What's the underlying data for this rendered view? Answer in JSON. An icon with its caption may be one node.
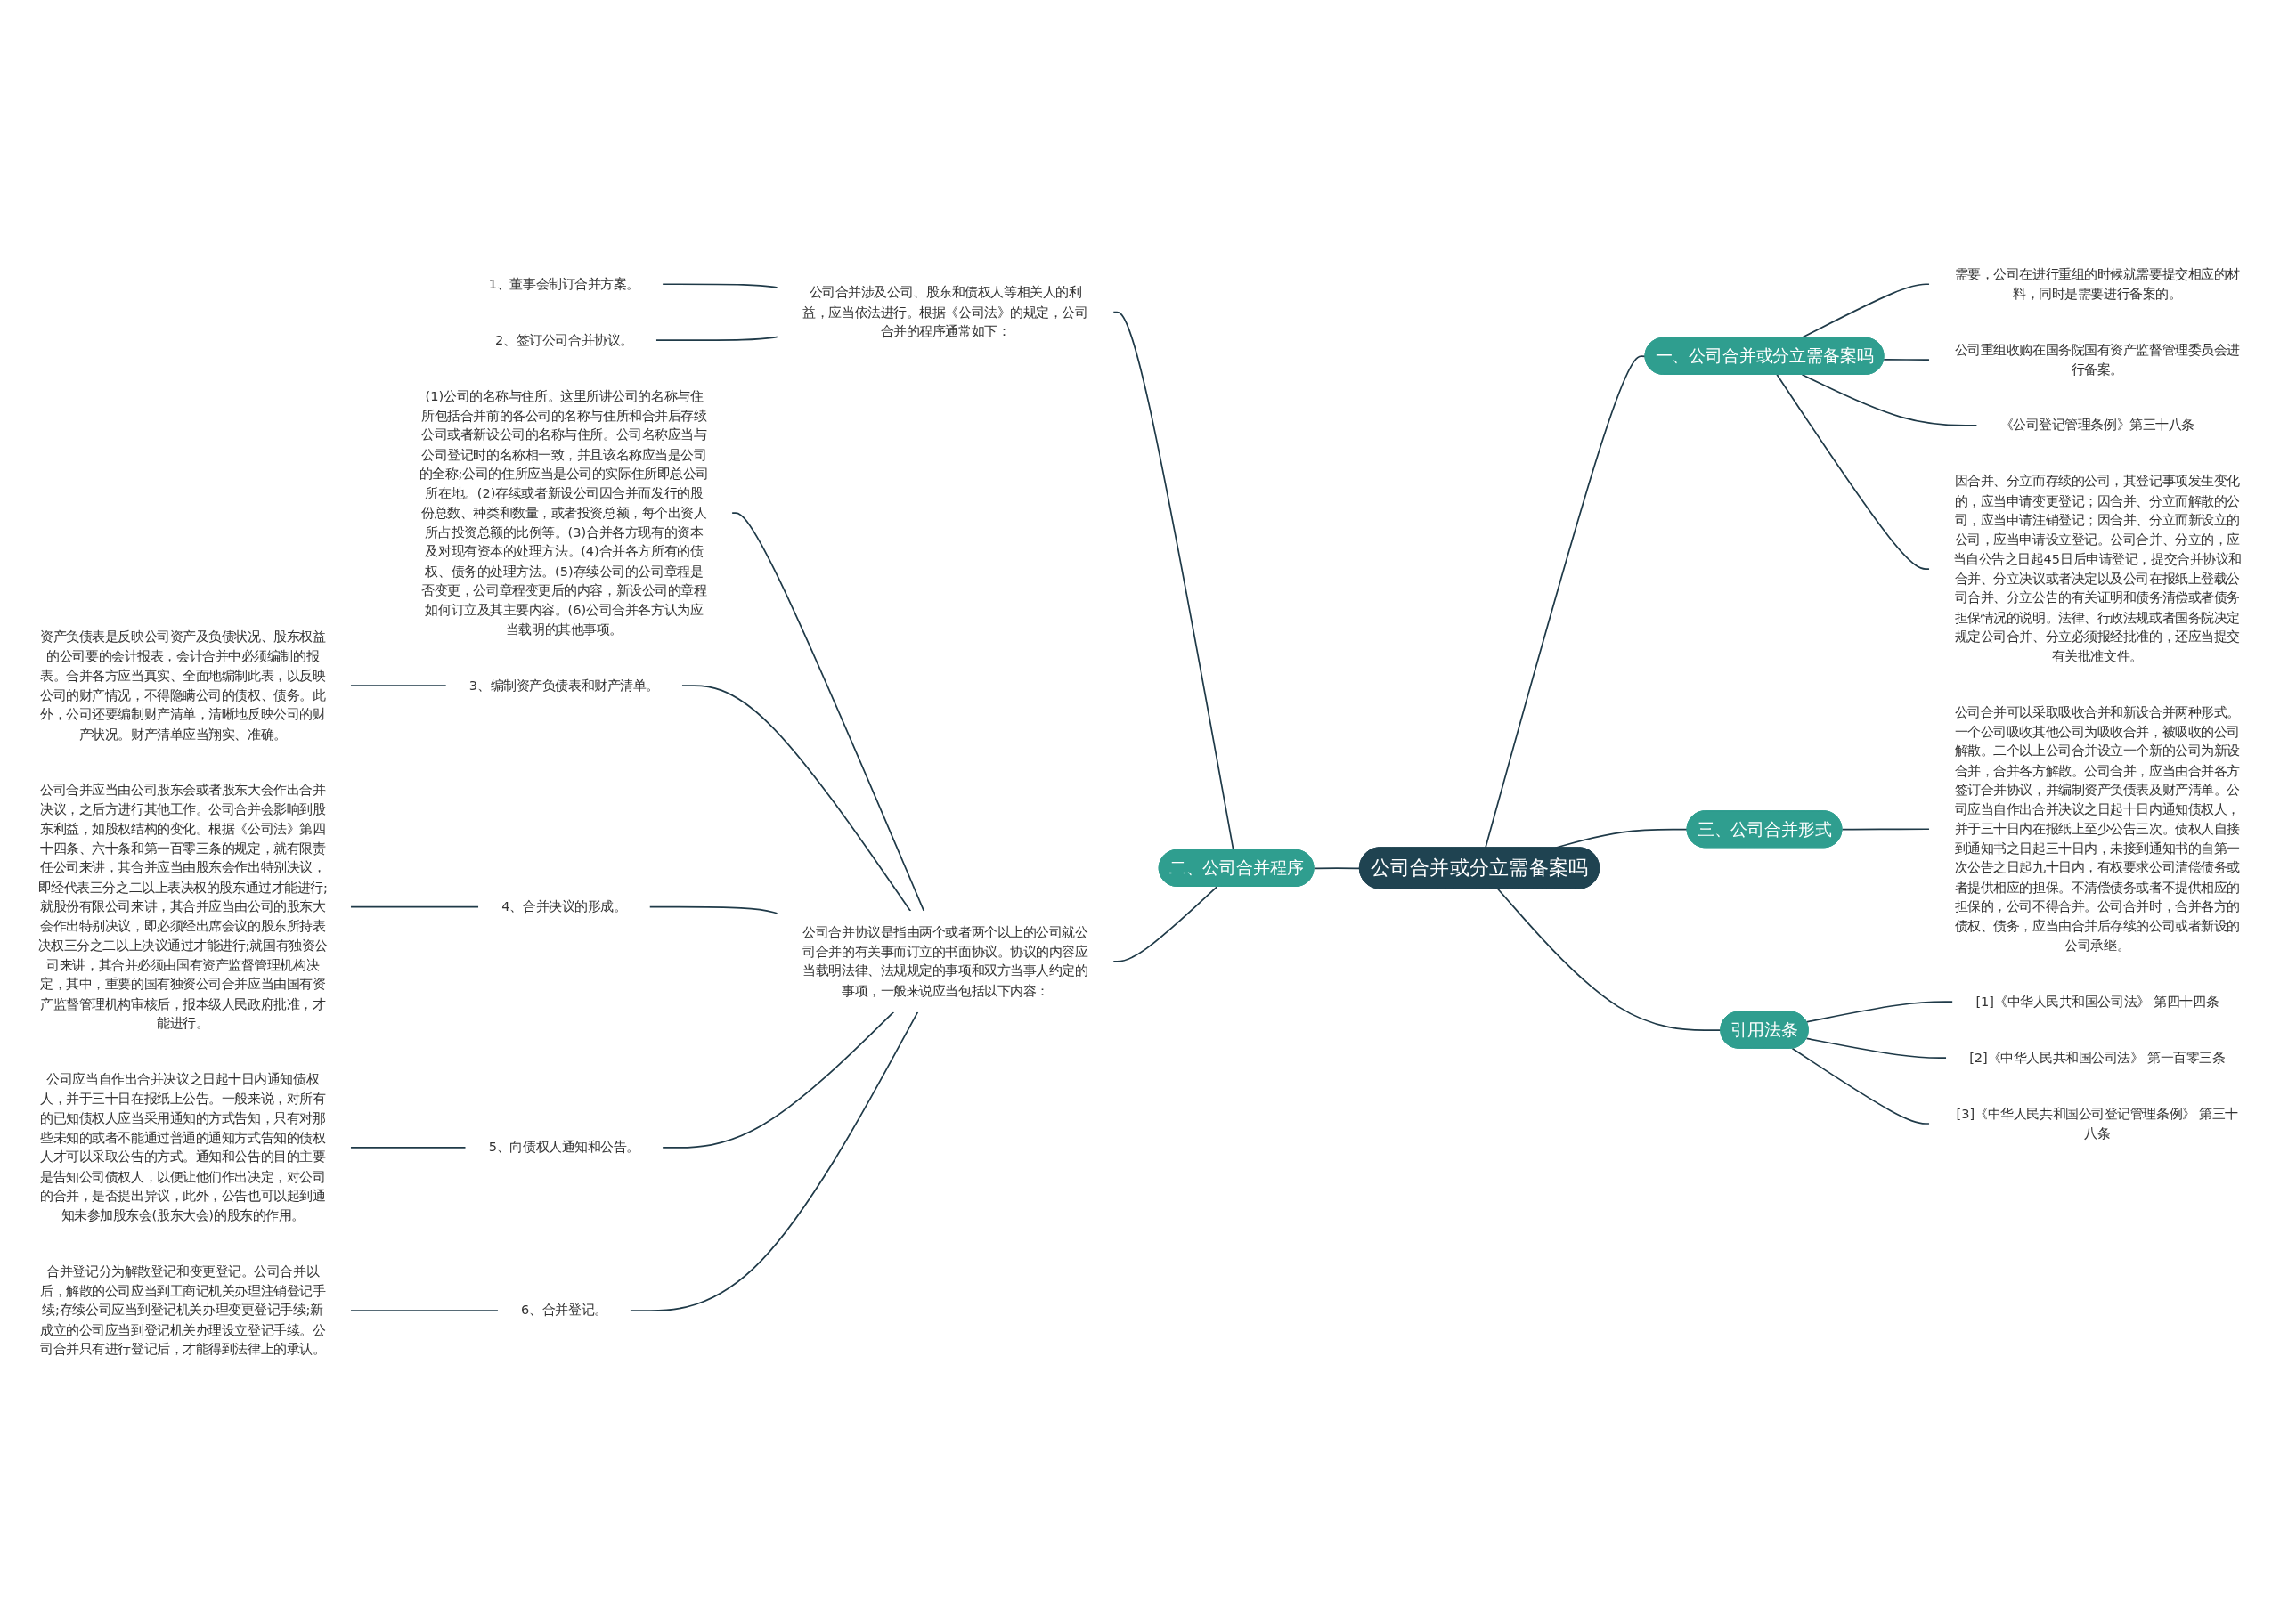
{
  "diagram": {
    "nodes": [
      {
        "text": [
          "公司合并或分立需备案吗"
        ]
      },
      {
        "text": [
          "二、公司合并程序"
        ]
      },
      {
        "text": [
          "公司合并涉及公司、股东和债权人等相关人的利益，应当依法进行。根据《公司法》的规定，公司合并的程序通常如下："
        ]
      },
      {
        "text": [
          "1、董事会制订合并方案。"
        ]
      },
      {
        "text": [
          "2、签订公司合并协议。"
        ]
      },
      {
        "text": [
          "公司合并协议是指由两个或者两个以上的公司就公司合并的有关事而订立的书面协议。协议的内容应当载明法律、法规规定的事项和双方当事人约定的事项，一般来说应当包括以下内容："
        ]
      },
      {
        "text": [
          "(1)公司的名称与住所。这里所讲公司的名称与住所包括合并前的各公司的名称与住所和合并后存续公司或者新设公司的名称与住所。公司名称应当与公司登记时的名称相一致，并且该名称应当是公司的全称;公司的住所应当是公司的实际住所即总公司所在地。(2)存续或者新设公司因合并而发行的股份总数、种类和数量，或者投资总额，每个出资人所占投资总额的比例等。(3)合并各方现有的资本及对现有资本的处理方法。(4)合并各方所有的债权、债务的处理方法。(5)存续公司的公司章程是否变更，公司章程变更后的内容，新设公司的章程如何订立及其主要内容。(6)公司合并各方认为应当载明的其他事项。"
        ]
      },
      {
        "text": [
          "3、编制资产负债表和财产清单。"
        ]
      },
      {
        "text": [
          "资产负债表是反映公司资产及负债状况、股东权益的公司要的会计报表，会计合并中必须编制的报表。合并各方应当真实、全面地编制此表，以反映公司的财产情况，不得隐瞒公司的债权、债务。此外，公司还要编制财产清单，清晰地反映公司的财产状况。财产清单应当翔实、准确。"
        ]
      },
      {
        "text": [
          "4、合并决议的形成。"
        ]
      },
      {
        "text": [
          "公司合并应当由公司股东会或者股东大会作出合并决议，之后方进行其他工作。公司合并会影响到股东利益，如股权结构的变化。根据《公司法》第四十四条、六十条和第一百零三条的规定，就有限责任公司来讲，其合并应当由股东会作出特别决议，即经代表三分之二以上表决权的股东通过才能进行;就股份有限公司来讲，其合并应当由公司的股东大会作出特别决议，即必须经出席会议的股东所持表决权三分之二以上决议通过才能进行;就国有独资公司来讲，其合并必须由国有资产监督管理机构决定，其中，重要的国有独资公司合并应当由国有资产监督管理机构审核后，报本级人民政府批准，才能进行。"
        ]
      },
      {
        "text": [
          "5、向债权人通知和公告。"
        ]
      },
      {
        "text": [
          "公司应当自作出合并决议之日起十日内通知债权人，并于三十日在报纸上公告。一般来说，对所有的已知债权人应当采用通知的方式告知，只有对那些未知的或者不能通过普通的通知方式告知的债权人才可以采取公告的方式。通知和公告的目的主要是告知公司债权人，以便让他们作出决定，对公司的合并，是否提出异议，此外，公告也可以起到通知未参加股东会(股东大会)的股东的作用。"
        ]
      },
      {
        "text": [
          "6、合并登记。"
        ]
      },
      {
        "text": [
          "合并登记分为解散登记和变更登记。公司合并以后，解散的公司应当到工商记机关办理注销登记手续;存续公司应当到登记机关办理变更登记手续;新成立的公司应当到登记机关办理设立登记手续。公司合并只有进行登记后，才能得到法律上的承认。"
        ]
      },
      {
        "text": [
          "一、公司合并或分立需备案吗"
        ]
      },
      {
        "text": [
          "需要，公司在进行重组的时候就需要提交相应的材料，同时是需要进行备案的。"
        ]
      },
      {
        "text": [
          "公司重组收购在国务院国有资产监督管理委员会进行备案。"
        ]
      },
      {
        "text": [
          "《公司登记管理条例》第三十八条"
        ]
      },
      {
        "text": [
          "因合并、分立而存续的公司，其登记事项发生变化的，应当申请变更登记；因合并、分立而解散的公司，应当申请注销登记；因合并、分立而新设立的公司，应当申请设立登记。公司合并、分立的，应当自公告之日起45日后申请登记，提交合并协议和合并、分立决议或者决定以及公司在报纸上登载公司合并、分立公告的有关证明和债务清偿或者债务担保情况的说明。法律、行政法规或者国务院决定规定公司合并、分立必须报经批准的，还应当提交有关批准文件。"
        ]
      },
      {
        "text": [
          "三、公司合并形式"
        ]
      },
      {
        "text": [
          "公司合并可以采取吸收合并和新设合并两种形式。一个公司吸收其他公司为吸收合并，被吸收的公司解散。二个以上公司合并设立一个新的公司为新设合并，合并各方解散。公司合并，应当由合并各方签订合并协议，并编制资产负债表及财产清单。公司应当自作出合并决议之日起十日内通知债权人，并于三十日内在报纸上至少公告三次。债权人自接到通知书之日起三十日内，未接到通知书的自第一次公告之日起九十日内，有权要求公司清偿债务或者提供相应的担保。不清偿债务或者不提供相应的担保的，公司不得合并。公司合并时，合并各方的债权、债务，应当由合并后存续的公司或者新设的公司承继。"
        ]
      },
      {
        "text": [
          "引用法条"
        ]
      },
      {
        "text": [
          "[1]《中华人民共和国公司法》 第四十四条"
        ]
      },
      {
        "text": [
          "[2]《中华人民共和国公司法》 第一百零三条"
        ]
      },
      {
        "text": [
          "[3]《中华人民共和国公司登记管理条例》 第三十八条"
        ]
      }
    ],
    "edges": [
      {
        "from": 0,
        "to": 1,
        "arrow": "none"
      },
      {
        "from": 1,
        "to": 2,
        "arrow": "none"
      },
      {
        "from": 2,
        "to": 3,
        "arrow": "none"
      },
      {
        "from": 2,
        "to": 4,
        "arrow": "none"
      },
      {
        "from": 1,
        "to": 5,
        "arrow": "none"
      },
      {
        "from": 5,
        "to": 6,
        "arrow": "none"
      },
      {
        "from": 5,
        "to": 7,
        "arrow": "none"
      },
      {
        "from": 7,
        "to": 8,
        "arrow": "none"
      },
      {
        "from": 5,
        "to": 9,
        "arrow": "none"
      },
      {
        "from": 9,
        "to": 10,
        "arrow": "none"
      },
      {
        "from": 5,
        "to": 11,
        "arrow": "none"
      },
      {
        "from": 11,
        "to": 12,
        "arrow": "none"
      },
      {
        "from": 5,
        "to": 13,
        "arrow": "none"
      },
      {
        "from": 13,
        "to": 14,
        "arrow": "none"
      },
      {
        "from": 0,
        "to": 15,
        "arrow": "none"
      },
      {
        "from": 15,
        "to": 16,
        "arrow": "none"
      },
      {
        "from": 15,
        "to": 17,
        "arrow": "none"
      },
      {
        "from": 15,
        "to": 18,
        "arrow": "none"
      },
      {
        "from": 15,
        "to": 19,
        "arrow": "none"
      },
      {
        "from": 0,
        "to": 20,
        "arrow": "none"
      },
      {
        "from": 20,
        "to": 21,
        "arrow": "none"
      },
      {
        "from": 0,
        "to": 22,
        "arrow": "none"
      },
      {
        "from": 22,
        "to": 23,
        "arrow": "none"
      },
      {
        "from": 22,
        "to": 24,
        "arrow": "none"
      },
      {
        "from": 22,
        "to": 25,
        "arrow": "none"
      }
    ]
  }
}
